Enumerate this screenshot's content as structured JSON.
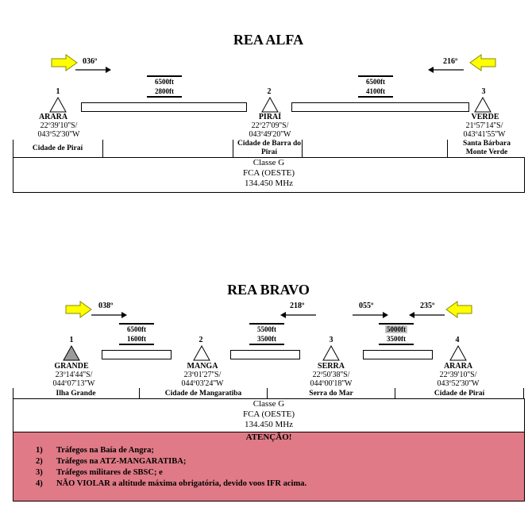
{
  "alfa": {
    "title": "REA ALFA",
    "heading_left": "036º",
    "heading_right": "216º",
    "alt_left": [
      "6500ft",
      "2800ft"
    ],
    "alt_right": [
      "6500ft",
      "4100ft"
    ],
    "waypoints": [
      {
        "num": "1",
        "name": "ARARA",
        "lat": "22º39'10''S/",
        "lon": "043º52'30''W",
        "place": "Cidade de Piraí"
      },
      {
        "num": "2",
        "name": "PIRAÍ",
        "lat": "22º27'09''S/",
        "lon": "043º49'20''W",
        "place": "Cidade de Barra do Piraí"
      },
      {
        "num": "3",
        "name": "VERDE",
        "lat": "21º57'14''S/",
        "lon": "043º41'55''W",
        "place": "Santa Bárbara Monte Verde"
      }
    ],
    "info": [
      "Classe G",
      "FCA (OESTE)",
      "134.450 MHz"
    ]
  },
  "bravo": {
    "title": "REA BRAVO",
    "headings": [
      "038º",
      "218º",
      "055º",
      "235º"
    ],
    "alts": [
      [
        "6500ft",
        "1600ft"
      ],
      [
        "5500ft",
        "3500ft"
      ],
      [
        "5000ft",
        "3500ft"
      ]
    ],
    "waypoints": [
      {
        "num": "1",
        "name": "GRANDE",
        "lat": "23º14'44''S/",
        "lon": "044º07'13''W",
        "place": "Ilha Grande"
      },
      {
        "num": "2",
        "name": "MANGA",
        "lat": "23º01'27''S/",
        "lon": "044º03'24''W",
        "place": "Cidade de Mangaratiba"
      },
      {
        "num": "3",
        "name": "SERRA",
        "lat": "22º50'38''S/",
        "lon": "044º00'18''W",
        "place": "Serra do Mar"
      },
      {
        "num": "4",
        "name": "ARARA",
        "lat": "22º39'10''S/",
        "lon": "043º52'30''W",
        "place": "Cidade de Piraí"
      }
    ],
    "info": [
      "Classe G",
      "FCA (OESTE)",
      "134.450 MHz"
    ],
    "warning": {
      "title": "ATENÇÃO!",
      "items": [
        {
          "n": "1)",
          "text": "Tráfegos na Baía de Angra;"
        },
        {
          "n": "2)",
          "text": "Tráfegos na ATZ-MANGARATIBA;"
        },
        {
          "n": "3)",
          "text": "Tráfegos militares de SBSC; e"
        },
        {
          "n": "4)",
          "text": "NÃO VIOLAR a altitude máxima obrigatória, devido voos IFR acima."
        }
      ]
    }
  },
  "colors": {
    "arrow_fill": "#ffff00",
    "arrow_stroke": "#8a8a00",
    "warning_bg": "#e07a86",
    "highlight": "#c6c6c6",
    "grey_triangle": "#9a9a9a"
  }
}
